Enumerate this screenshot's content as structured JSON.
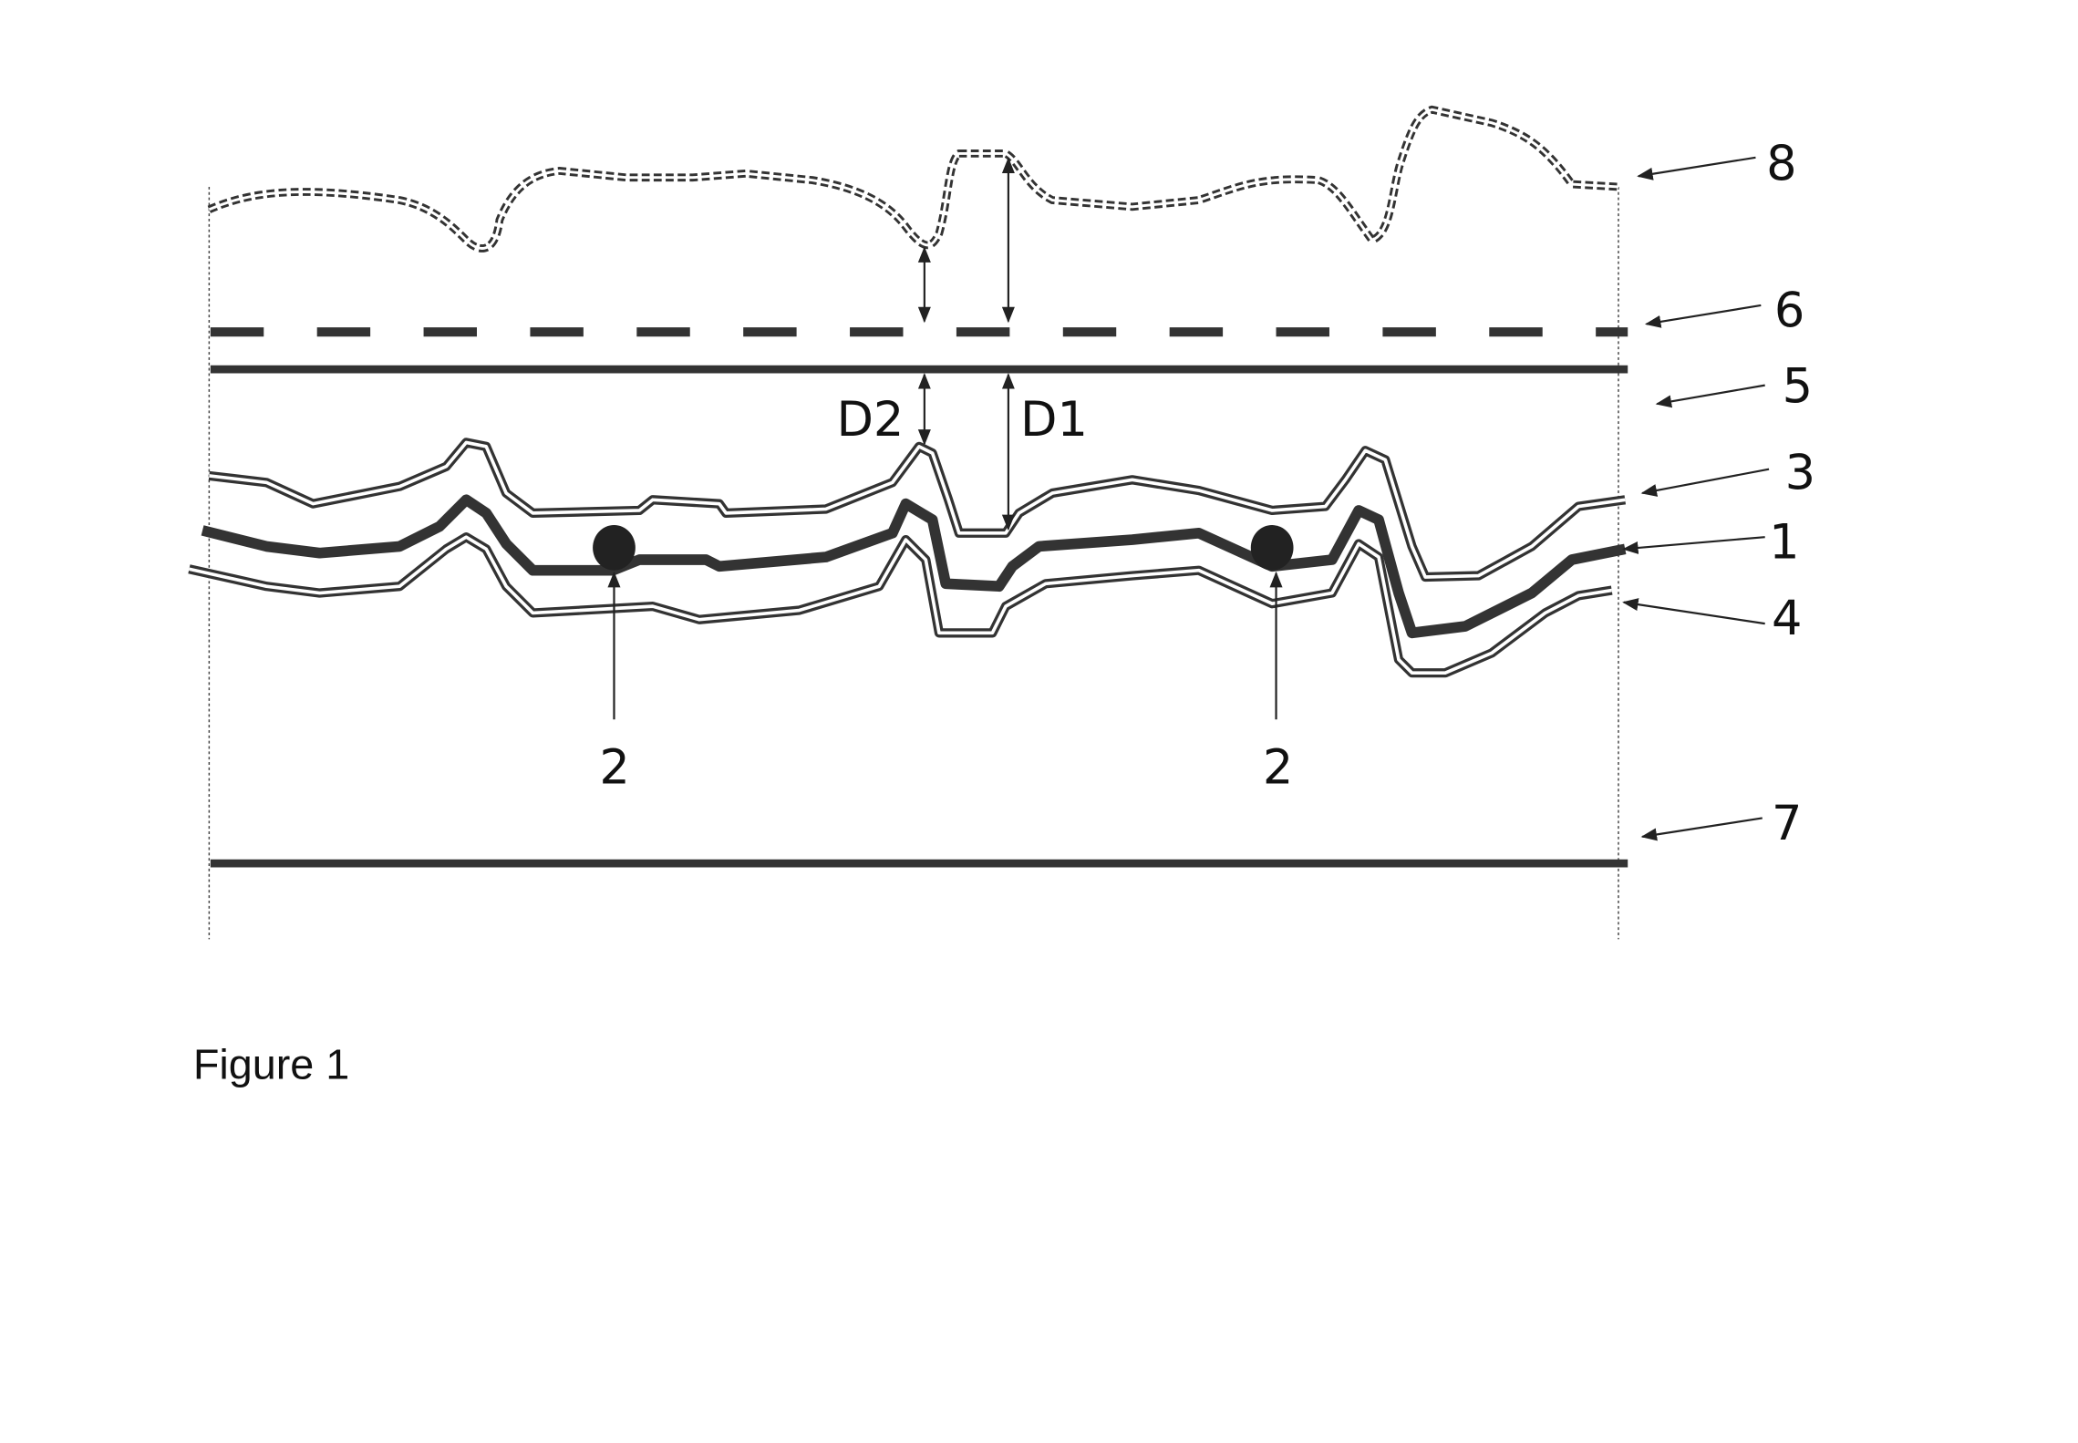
{
  "figure": {
    "caption": "Figure 1",
    "labels": {
      "layer_8": "8",
      "layer_6": "6",
      "layer_5": "5",
      "layer_3": "3",
      "layer_1": "1",
      "layer_4": "4",
      "layer_7": "7",
      "particle_a": "2",
      "particle_b": "2",
      "distance_d1": "D1",
      "distance_d2": "D2"
    },
    "colors": {
      "line": "#333333",
      "background": "#ffffff"
    }
  }
}
